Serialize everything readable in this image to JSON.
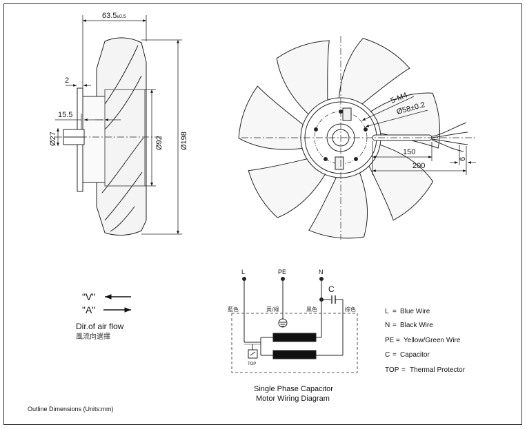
{
  "side_view": {
    "dims": {
      "width": "63.5",
      "width_tol": "±0.5",
      "gap": "2",
      "shaft_offset": "15.5",
      "shaft_dia": "Ø27",
      "hub_dia": "Ø92",
      "outer_dia": "Ø198"
    }
  },
  "front_view": {
    "dims": {
      "holes": "5-M4",
      "bolt_circle": "Ø58±0.2",
      "cable_150": "150",
      "cable_200": "200",
      "strip": "6"
    }
  },
  "airflow": {
    "v_label": "\"V\"",
    "a_label": "\"A\"",
    "title": "Dir.of air flow",
    "title_cn": "風流向選擇"
  },
  "wiring": {
    "terminals": {
      "L": "L",
      "PE": "PE",
      "N": "N"
    },
    "capacitor": "C",
    "wire_colors_cn": {
      "blue": "藍色",
      "yg": "黃/綠",
      "black": "黑色",
      "brown": "棕色"
    },
    "top_label": "TOP",
    "caption_line1": "Single Phase Capacitor",
    "caption_line2": "Motor Wiring Diagram"
  },
  "legend": [
    {
      "key": "L",
      "sep": "=",
      "text": "Blue Wire"
    },
    {
      "key": "N",
      "sep": "=",
      "text": "Black Wire"
    },
    {
      "key": "PE",
      "sep": "=",
      "text": "Yellow/Green Wire"
    },
    {
      "key": "C",
      "sep": "=",
      "text": "Capacitor"
    },
    {
      "key": "TOP",
      "sep": "=",
      "text": "Thermal Protector"
    }
  ],
  "footer": "Outline Dimensions (Units:mm)"
}
